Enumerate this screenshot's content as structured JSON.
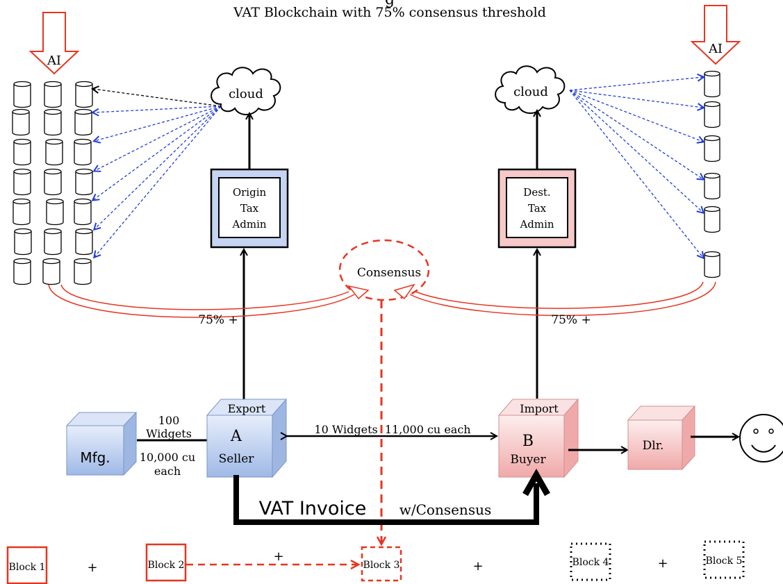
{
  "title_partial": "g",
  "subtitle": "VAT Blockchain with 75% consensus threshold",
  "ai_left": "AI",
  "ai_right": "AI",
  "cloud_left": "cloud",
  "cloud_right": "cloud",
  "origin_admin": [
    "Origin",
    "Tax",
    "Admin"
  ],
  "dest_admin": [
    "Dest.",
    "Tax",
    "Admin"
  ],
  "consensus": "Consensus",
  "threshold_left": "75% +",
  "threshold_right": "75% +",
  "mfg": "Mfg.",
  "mfg_flow": [
    "100",
    "Widgets",
    "10,000 cu",
    "each"
  ],
  "seller": {
    "top": "Export",
    "letter": "A",
    "role": "Seller"
  },
  "buyer": {
    "top": "Import",
    "letter": "B",
    "role": "Buyer"
  },
  "trade_flow": "10 Widgets  11,000 cu each",
  "dealer": "Dlr.",
  "vat_invoice": "VAT Invoice",
  "w_consensus": "w/Consensus",
  "blocks": [
    "Block 1",
    "Block 2",
    "Block 3",
    "Block 4",
    "Block 5"
  ],
  "plus": "+",
  "colors": {
    "red": "#e8341f",
    "blue": "#1f3ddb",
    "blue_box": "#bcd0f0",
    "red_box": "#f4c4c4"
  }
}
